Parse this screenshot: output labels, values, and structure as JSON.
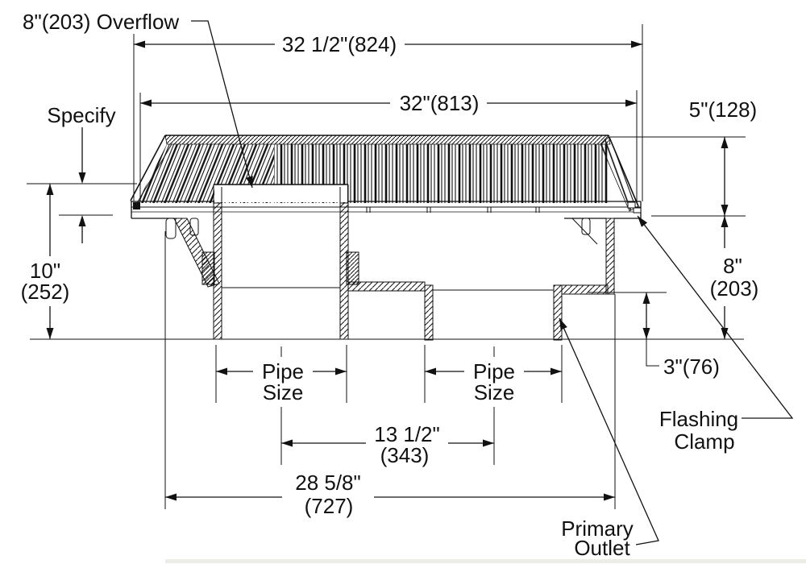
{
  "drawing": {
    "title_label": "8\"(203) Overflow",
    "labels": {
      "specify": "Specify",
      "flashing_line1": "Flashing",
      "flashing_line2": "Clamp",
      "primary_line1": "Primary",
      "primary_line2": "Outlet",
      "pipe_size_line1": "Pipe",
      "pipe_size_line2": "Size"
    },
    "dimensions": {
      "overall_width_top": "32 1/2\"(824)",
      "grate_width": "32\"(813)",
      "dome_height": "5\"(128)",
      "body_height_in": "8\"",
      "body_height_mm": "(203)",
      "overall_height_in": "10\"",
      "overall_height_mm": "(252)",
      "outlet_step": "3\"(76)",
      "outlet_spacing_in": "13 1/2\"",
      "outlet_spacing_mm": "(343)",
      "body_width_in": "28 5/8\"",
      "body_width_mm": "(727)"
    }
  }
}
